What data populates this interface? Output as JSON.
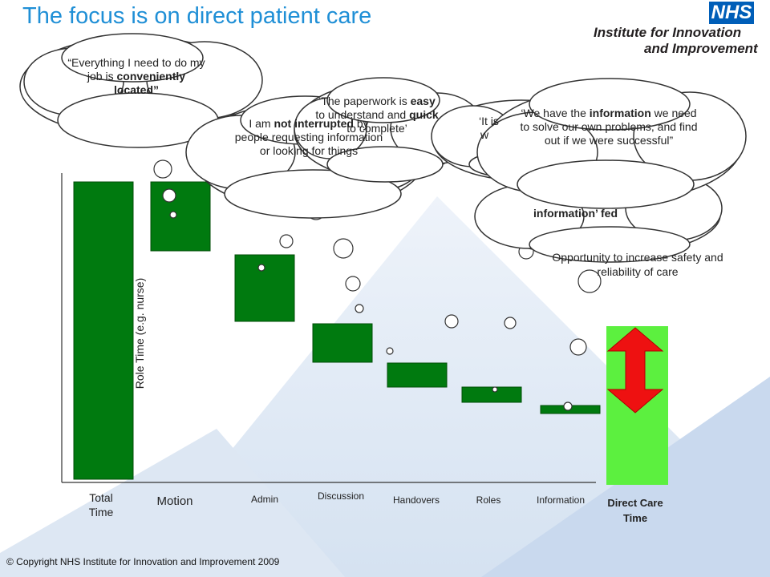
{
  "title": "The focus is on direct patient care",
  "logo": {
    "badge": "NHS",
    "line1": "Institute for Innovation",
    "line2": "and Improvement"
  },
  "clouds": {
    "c1": "“Everything I need to do my job is conveniently located”",
    "c2": "I am not interrupted by people requesting information or looking for things",
    "c3": "‘The paperwork is easy to understand and quick to complete’",
    "c4_partial_1": "‘It is",
    "c4_partial_2": "w",
    "c5": "‘We have the information we need to solve our own problems, and find out if we were successful”",
    "c6_partial": "information’ fed"
  },
  "y_axis_label": "Role Time (e.g. nurse)",
  "opportunity_text": "Opportunity to increase safety and reliability of care",
  "categories": {
    "total_time": "Total Time",
    "motion": "Motion",
    "admin": "Admin",
    "discussion": "Discussion",
    "handovers": "Handovers",
    "roles": "Roles",
    "information": "Information",
    "direct_care": "Direct Care Time"
  },
  "colors": {
    "title": "#1f8fd6",
    "bar_green": "#007a0f",
    "direct_care": "#5cf03f",
    "arrow": "#ee1111",
    "nhs_blue": "#005eb8",
    "background_triangle": "#dce6f2"
  },
  "copyright": "© Copyright NHS Institute for Innovation and Improvement 2009"
}
